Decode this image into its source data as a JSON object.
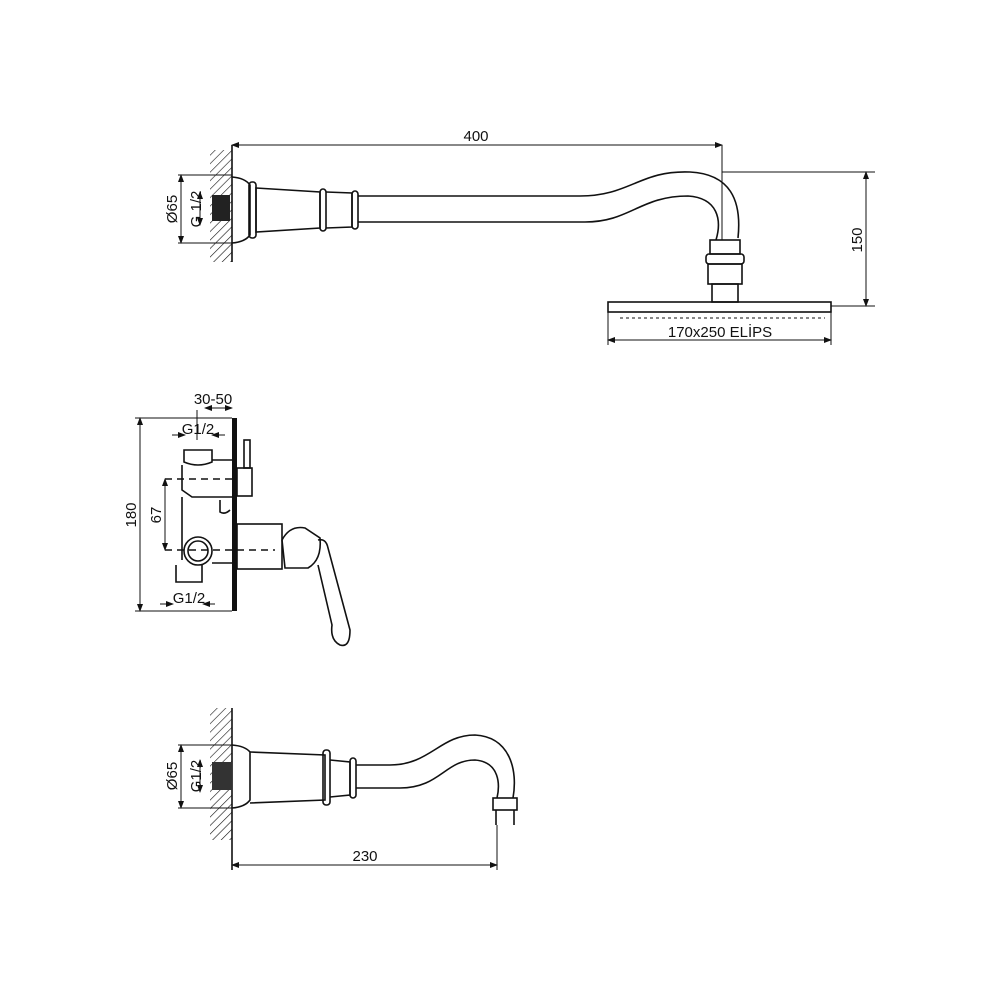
{
  "shower_arm": {
    "length_label": "400",
    "height_label": "150",
    "head_label": "170x250 ELİPS",
    "flange_diameter_label": "Ø65",
    "thread_label": "G 1/2"
  },
  "mixer": {
    "depth_label": "30-50",
    "top_thread_label": "G1/2",
    "height_label": "180",
    "spacing_label": "67",
    "bottom_thread_label": "G1/2"
  },
  "spout": {
    "flange_diameter_label": "Ø65",
    "thread_label": "G1/2",
    "length_label": "230"
  },
  "colors": {
    "line": "#111111",
    "background": "#ffffff"
  }
}
